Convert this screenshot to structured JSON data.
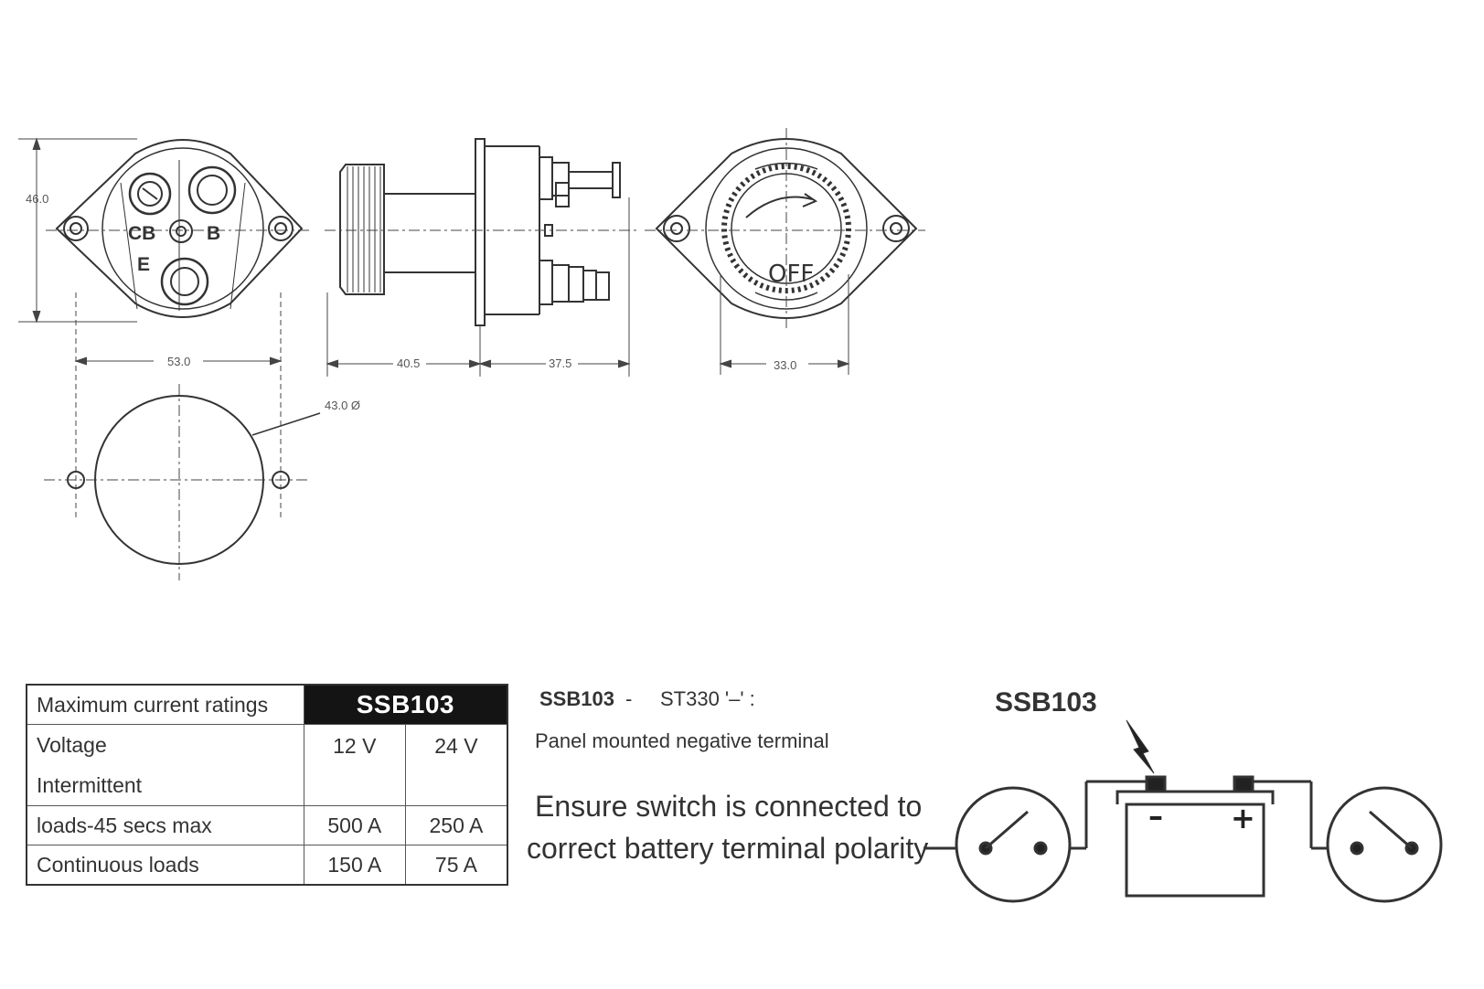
{
  "dimensions": {
    "height": "46.0",
    "width": "53.0",
    "body_length": "40.5",
    "rear_length": "37.5",
    "knob_width": "33.0",
    "cutout_diameter": "43.0 Ø"
  },
  "terminal_labels": {
    "cb": "CB",
    "b": "B",
    "e": "E"
  },
  "knob_label": "OFF",
  "ratings_table": {
    "header": "Maximum current ratings",
    "model": "SSB103",
    "voltage_label": "Voltage",
    "voltage_12": "12 V",
    "voltage_24": "24 V",
    "intermittent_label": "Intermittent",
    "intermittent_sub": "loads-45 secs max",
    "intermittent_12": "500 A",
    "intermittent_24": "250 A",
    "continuous_label": "Continuous loads",
    "continuous_12": "150 A",
    "continuous_24": "75 A"
  },
  "notes": {
    "model": "SSB103",
    "dash": "-",
    "code": "ST330 '–' :",
    "description": "Panel mounted negative terminal",
    "warning_line1": "Ensure switch is connected to",
    "warning_line2": "correct battery terminal polarity"
  },
  "wiring": {
    "title": "SSB103",
    "minus": "–",
    "plus": "+"
  }
}
